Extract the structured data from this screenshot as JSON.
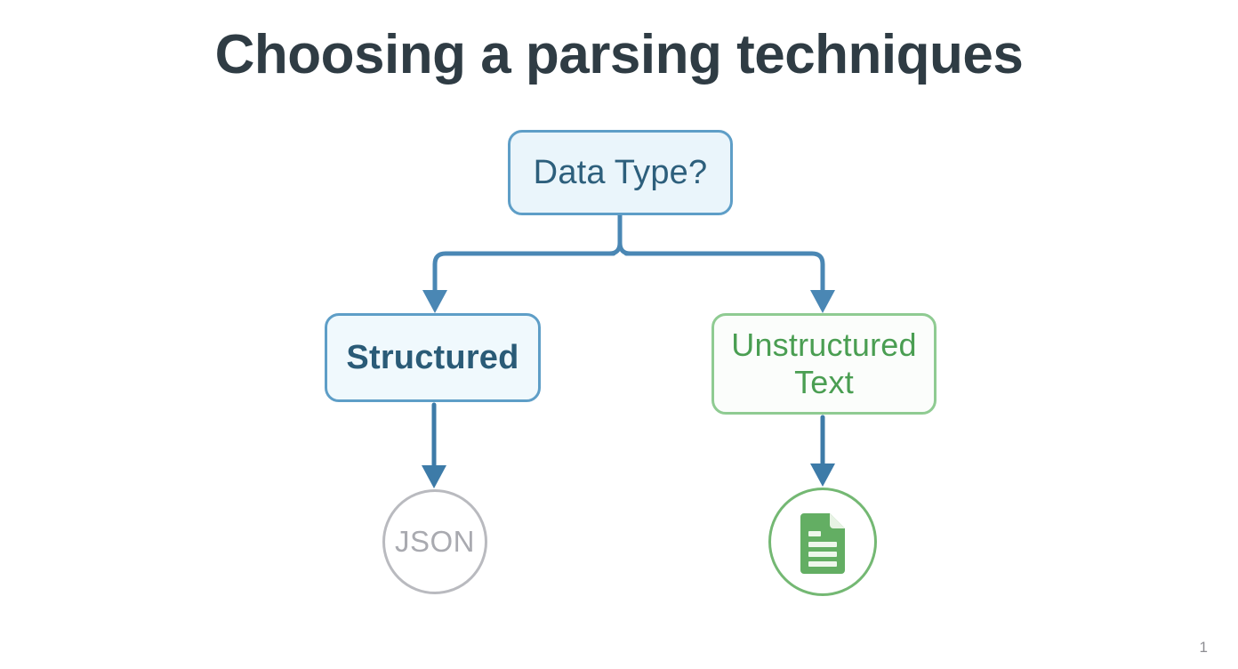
{
  "slide": {
    "title": "Choosing a parsing techniques",
    "page_number": "1",
    "background_color": "#ffffff"
  },
  "diagram": {
    "type": "flowchart",
    "nodes": [
      {
        "id": "decision",
        "label": "Data Type?",
        "shape": "rounded-rect",
        "fill": "#eaf5fb",
        "border_color": "#5e9ec7",
        "text_color": "#2d5f7c"
      },
      {
        "id": "structured",
        "label": "Structured",
        "shape": "rounded-rect",
        "fill": "#f0f9fd",
        "border_color": "#5e9ec7",
        "text_color": "#2a5b77"
      },
      {
        "id": "unstructured",
        "label_line1": "Unstructured",
        "label_line2": "Text",
        "shape": "rounded-rect",
        "fill": "#fbfdfb",
        "border_color": "#8fcb92",
        "text_color": "#4a9e52"
      },
      {
        "id": "json",
        "label": "JSON",
        "shape": "circle",
        "fill": "#ffffff",
        "border_color": "#b9babf",
        "text_color": "#a9aab0"
      },
      {
        "id": "document",
        "icon": "document-icon",
        "shape": "circle",
        "fill": "#ffffff",
        "border_color": "#74b873",
        "icon_color": "#63ae63"
      }
    ],
    "edges": [
      {
        "from": "decision",
        "to": "structured",
        "style": "orthogonal-arrow",
        "color": "#4a87b4"
      },
      {
        "from": "decision",
        "to": "unstructured",
        "style": "orthogonal-arrow",
        "color": "#4a87b4"
      },
      {
        "from": "structured",
        "to": "json",
        "style": "straight-arrow",
        "color": "#3d7ba8"
      },
      {
        "from": "unstructured",
        "to": "document",
        "style": "straight-arrow",
        "color": "#3d7ba8"
      }
    ]
  }
}
